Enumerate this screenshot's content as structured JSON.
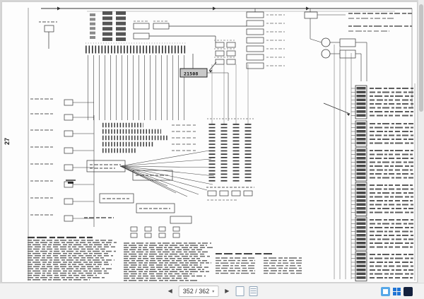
{
  "app": {
    "background": "#d6d6d6",
    "page_background": "#fdfdfd",
    "ink": "#2b2b2b"
  },
  "page": {
    "rotated_page_label": "27",
    "drawing_number": "21508",
    "content": "electrical wiring schematic with terminal strips, relay blocks, connector pin lists and abbreviation legend (text illegible at this scale)"
  },
  "toolbar": {
    "previous_page_label": "◀",
    "next_page_label": "▶",
    "page_field_value": "352 / 362",
    "page_field_caret": "▾",
    "view_icons": [
      "single-page-view-icon",
      "continuous-scroll-icon"
    ],
    "right_icons": [
      "blue-tool-icon",
      "grid-view-icon",
      "dark-theme-icon"
    ]
  }
}
